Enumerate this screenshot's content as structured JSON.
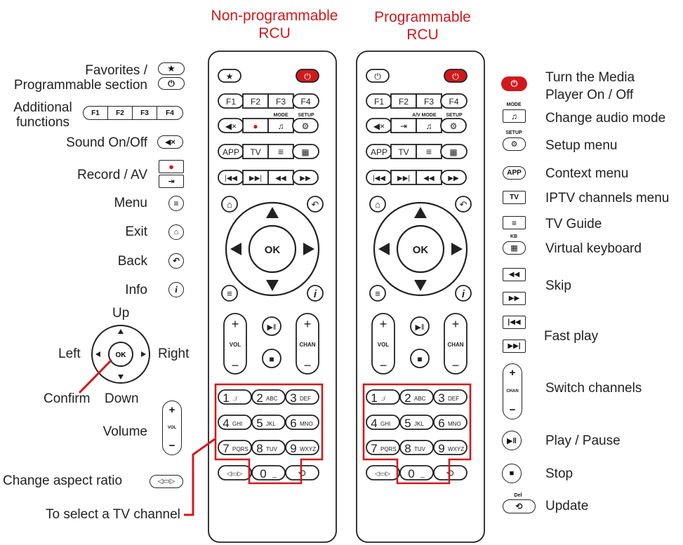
{
  "titles": {
    "left": [
      "Non-programmable",
      "RCU"
    ],
    "right": [
      "Programmable",
      "RCU"
    ]
  },
  "left_labels": {
    "favorites": [
      "Favorites /",
      "Programmable section"
    ],
    "additional": [
      "Additional",
      "functions"
    ],
    "sound": "Sound On/Off",
    "record": "Record / AV",
    "menu": "Menu",
    "exit": "Exit",
    "back": "Back",
    "info": "Info",
    "up": "Up",
    "left": "Left",
    "right": "Right",
    "confirm": "Confirm",
    "down": "Down",
    "volume": "Volume",
    "aspect": "Change aspect ratio",
    "tv_channel": "To select a TV channel"
  },
  "right_labels": {
    "power": [
      "Turn the Media",
      "Player On / Off"
    ],
    "audio": "Change audio mode",
    "setup": "Setup menu",
    "context": "Context menu",
    "iptv": "IPTV channels menu",
    "guide": "TV Guide",
    "keyboard": "Virtual keyboard",
    "skip": "Skip",
    "fastplay": "Fast play",
    "switch": "Switch channels",
    "playpause": "Play / Pause",
    "stop": "Stop",
    "update": "Update"
  },
  "key_labels": {
    "f": [
      "F1",
      "F2",
      "F3",
      "F4"
    ],
    "mode": "MODE",
    "setup": "SETUP",
    "av": "A/V",
    "kb": "KB",
    "del": "Del",
    "app": "APP",
    "tv": "TV",
    "ok": "OK",
    "vol": "VOL",
    "chan": "CHAN",
    "num": [
      "1",
      "2",
      "3",
      "4",
      "5",
      "6",
      "7",
      "8",
      "9",
      "0"
    ],
    "sub": [
      ".:/",
      "ABC",
      "DEF",
      "GHI",
      "JKL",
      "MNO",
      "PQRS",
      "TUV",
      "WXYZ",
      "_"
    ]
  },
  "colors": {
    "accent": "#d1191d",
    "ink": "#222222"
  }
}
